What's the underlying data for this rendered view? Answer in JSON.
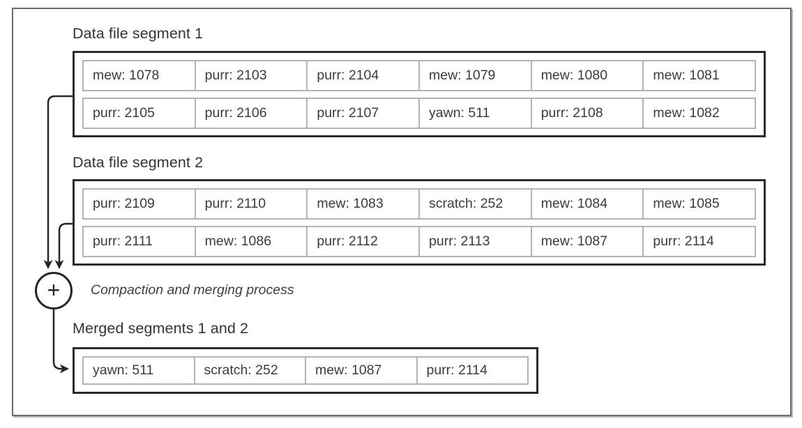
{
  "diagram": {
    "segment1": {
      "title": "Data file segment 1",
      "rows": [
        [
          "mew: 1078",
          "purr: 2103",
          "purr: 2104",
          "mew: 1079",
          "mew: 1080",
          "mew: 1081"
        ],
        [
          "purr: 2105",
          "purr: 2106",
          "purr: 2107",
          "yawn: 511",
          "purr: 2108",
          "mew: 1082"
        ]
      ]
    },
    "segment2": {
      "title": "Data file segment 2",
      "rows": [
        [
          "purr: 2109",
          "purr: 2110",
          "mew: 1083",
          "scratch: 252",
          "mew: 1084",
          "mew: 1085"
        ],
        [
          "purr: 2111",
          "mew: 1086",
          "purr: 2112",
          "purr: 2113",
          "mew: 1087",
          "purr: 2114"
        ]
      ]
    },
    "merge": {
      "operator": "+",
      "label": "Compaction and merging process"
    },
    "merged": {
      "title": "Merged segments 1 and 2",
      "row": [
        "yawn: 511",
        "scratch: 252",
        "mew: 1087",
        "purr: 2114"
      ]
    },
    "colors": {
      "box_border": "#2b2b2b",
      "cell_border": "#b3b3b3",
      "arrow": "#262626",
      "text": "#3b3b3b",
      "frame_border": "#6b6b6b"
    }
  }
}
